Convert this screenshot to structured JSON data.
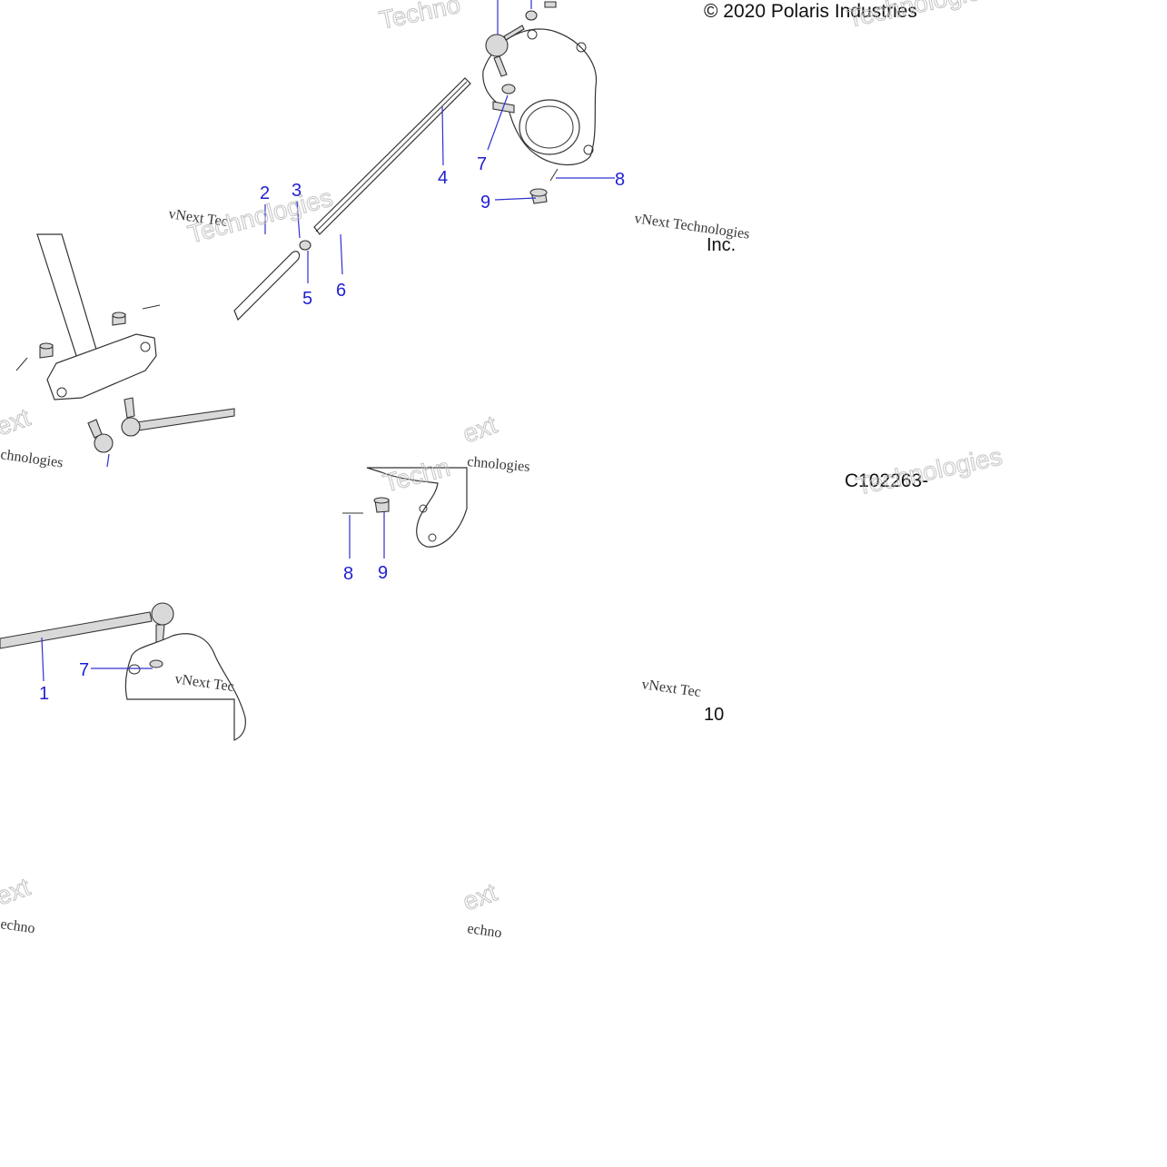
{
  "copyright": "© 2020 Polaris Industries",
  "diagram_code": "C102263-",
  "callouts": {
    "upper": [
      "2",
      "3",
      "4",
      "5",
      "6",
      "7",
      "8",
      "9"
    ],
    "mid": [
      "8",
      "9"
    ],
    "lower": [
      "1",
      "7"
    ]
  },
  "fragments": {
    "inc": "Inc.",
    "ten": "10"
  },
  "watermark": {
    "vnext": "vNext Technologies",
    "vnext_short": "vNext Tec",
    "logo_text": "Technologies",
    "logo_partial": "Techno",
    "text_partial": "ext",
    "technologies_partial": "chnologies",
    "echno": "echno",
    "techn": "Techn"
  }
}
